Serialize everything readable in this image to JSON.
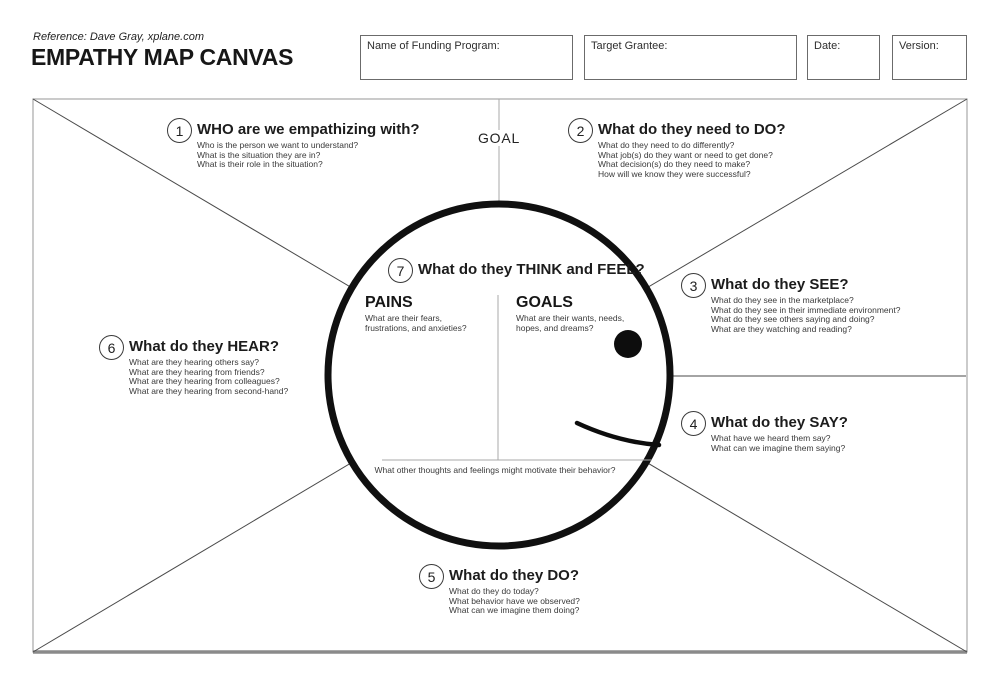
{
  "header": {
    "reference": "Reference: Dave Gray, xplane.com",
    "title": "EMPATHY MAP CANVAS",
    "fields": [
      {
        "label": "Name of Funding Program:",
        "value": ""
      },
      {
        "label": "Target Grantee:",
        "value": ""
      },
      {
        "label": "Date:",
        "value": ""
      },
      {
        "label": "Version:",
        "value": ""
      }
    ]
  },
  "canvas": {
    "goal_label": "GOAL",
    "sections": [
      {
        "number": "1",
        "title": "WHO are we empathizing with?",
        "questions": [
          "Who is the person we want to understand?",
          "What is the situation they are in?",
          "What is their role in the situation?"
        ]
      },
      {
        "number": "2",
        "title": "What do they need to DO?",
        "questions": [
          "What do they need to do differently?",
          "What job(s) do they want or need to get done?",
          "What decision(s) do they need to make?",
          "How will we know they were successful?"
        ]
      },
      {
        "number": "3",
        "title": "What do they SEE?",
        "questions": [
          "What do they see in the marketplace?",
          "What do they see in their immediate environment?",
          "What do they see others saying and doing?",
          "What are they watching and reading?"
        ]
      },
      {
        "number": "4",
        "title": "What do they SAY?",
        "questions": [
          "What have we heard them say?",
          "What can we imagine them saying?"
        ]
      },
      {
        "number": "5",
        "title": "What do they DO?",
        "questions": [
          "What do they do today?",
          "What behavior have we observed?",
          "What can we imagine them doing?"
        ]
      },
      {
        "number": "6",
        "title": "What do they HEAR?",
        "questions": [
          "What are they hearing others say?",
          "What are they hearing from friends?",
          "What are they hearing from colleagues?",
          "What are they hearing from second-hand?"
        ]
      },
      {
        "number": "7",
        "title": "What do they THINK and FEEL?",
        "questions": []
      }
    ],
    "head": {
      "pains_label": "PAINS",
      "pains_questions": [
        "What are their fears,",
        "frustrations, and anxieties?"
      ],
      "goals_label": "GOALS",
      "goals_questions": [
        "What are their wants, needs,",
        "hopes, and dreams?"
      ],
      "bottom_question": "What other thoughts and feelings might motivate their behavior?"
    }
  },
  "colors": {
    "ink": "#1a1a1a",
    "head_outline": "#101010",
    "diagonal_line": "#4a4a4a",
    "frame_line": "#a8a8a8",
    "bottom_border": "#8a8a8a"
  }
}
